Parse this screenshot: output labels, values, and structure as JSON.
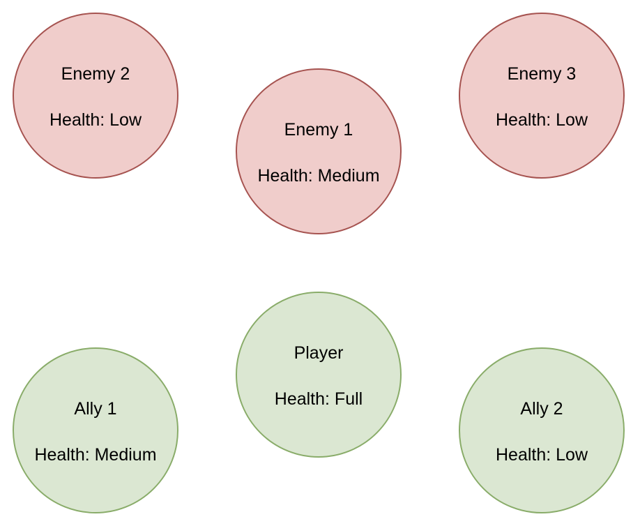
{
  "colors": {
    "enemy_fill": "#f0cdcb",
    "enemy_stroke": "#a65350",
    "friendly_fill": "#dbe7d2",
    "friendly_stroke": "#89ac69"
  },
  "nodes": {
    "enemy2": {
      "name": "Enemy 2",
      "health": "Health: Low"
    },
    "enemy1": {
      "name": "Enemy 1",
      "health": "Health: Medium"
    },
    "enemy3": {
      "name": "Enemy 3",
      "health": "Health: Low"
    },
    "player": {
      "name": "Player",
      "health": "Health: Full"
    },
    "ally1": {
      "name": "Ally 1",
      "health": "Health: Medium"
    },
    "ally2": {
      "name": "Ally 2",
      "health": "Health: Low"
    }
  }
}
